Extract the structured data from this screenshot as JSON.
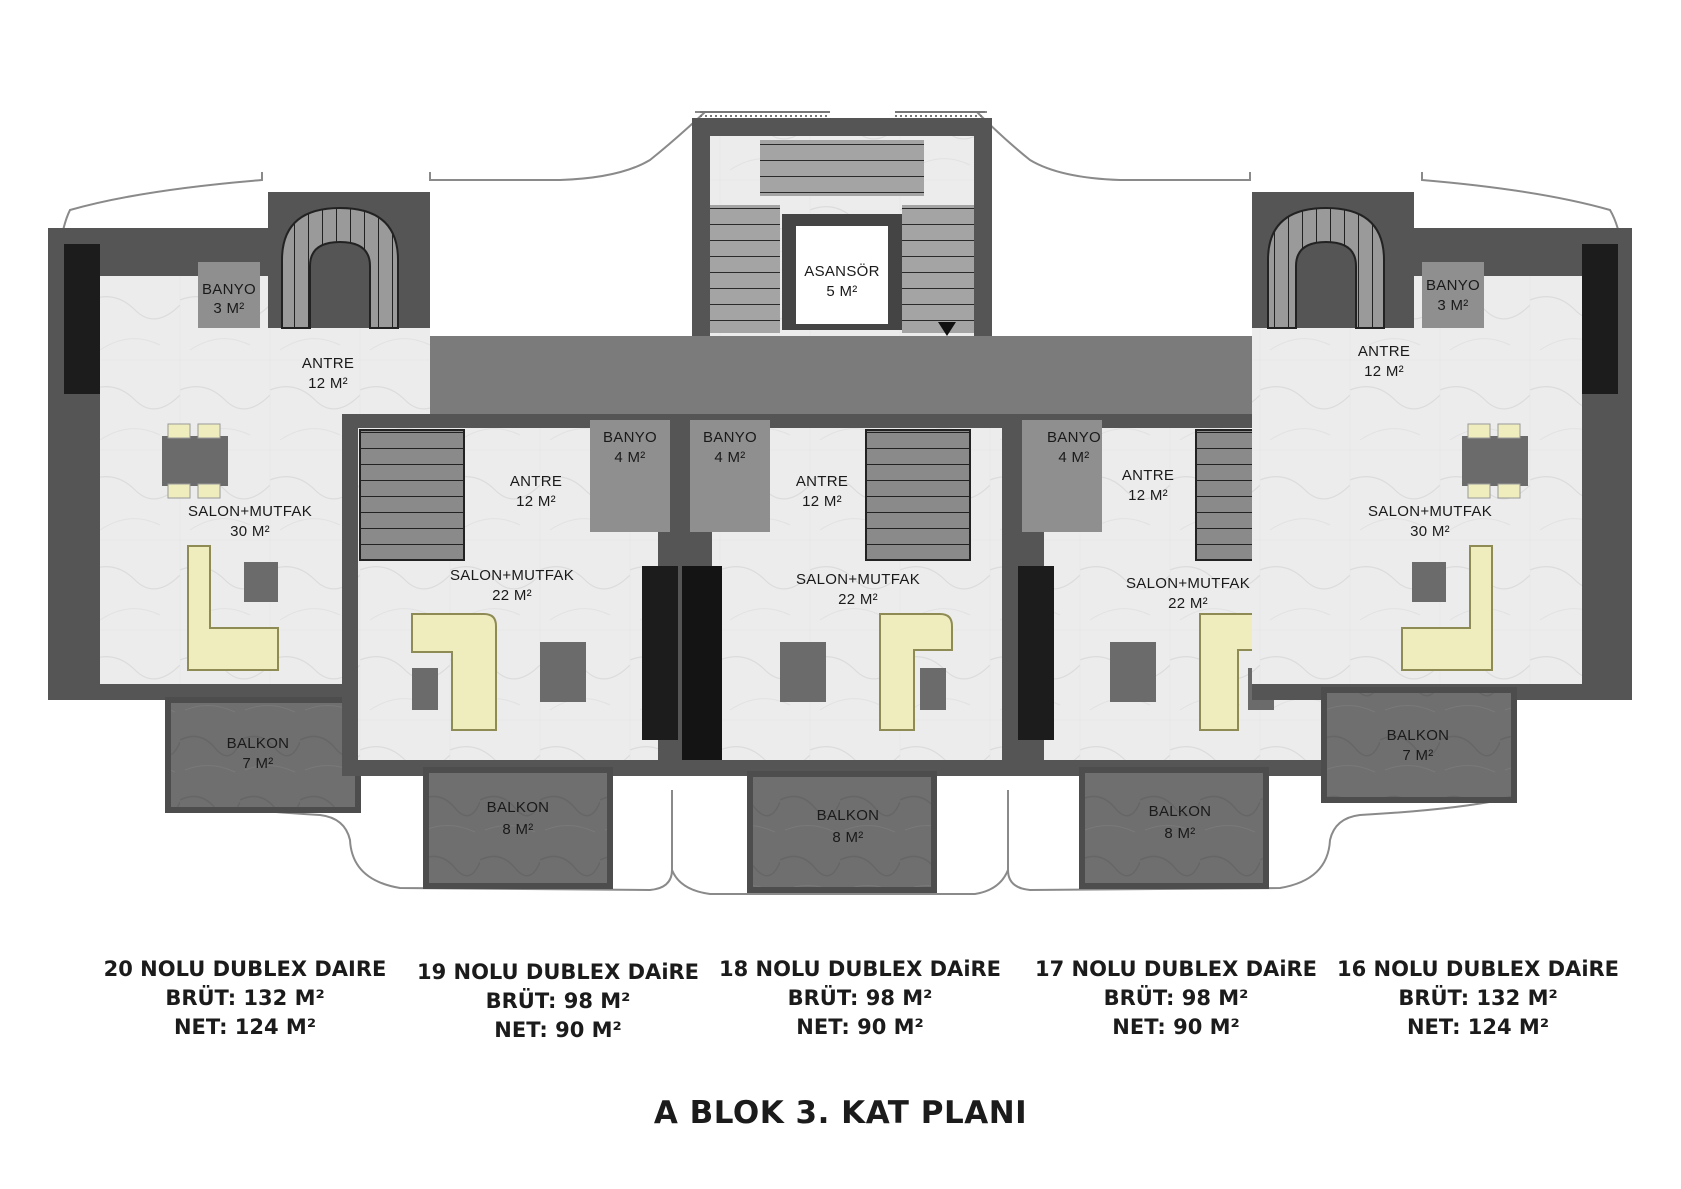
{
  "title": "A BLOK 3. KAT PLANI",
  "colors": {
    "wall": "#555555",
    "wall_dark": "#3f3f3f",
    "corridor": "#7d7d7d",
    "floor": "#ececec",
    "balcony": "#6f6f6f",
    "sofa": "#efedbd",
    "table": "#6b6b6b",
    "outline": "#888888"
  },
  "common": {
    "elevator_name": "ASANSÖR",
    "elevator_area": "5 M²"
  },
  "rooms": {
    "u20_banyo": "BANYO",
    "u20_banyo_area": "3 M²",
    "u20_antre": "ANTRE",
    "u20_antre_area": "12 M²",
    "u20_salon": "SALON+MUTFAK",
    "u20_salon_area": "30 M²",
    "u20_balkon": "BALKON",
    "u20_balkon_area": "7 M²",
    "u19_banyo": "BANYO",
    "u19_banyo_area": "4 M²",
    "u19_antre": "ANTRE",
    "u19_antre_area": "12 M²",
    "u19_salon": "SALON+MUTFAK",
    "u19_salon_area": "22 M²",
    "u19_balkon": "BALKON",
    "u19_balkon_area": "8 M²",
    "u18_banyo": "BANYO",
    "u18_banyo_area": "4 M²",
    "u18_antre": "ANTRE",
    "u18_antre_area": "12 M²",
    "u18_salon": "SALON+MUTFAK",
    "u18_salon_area": "22 M²",
    "u18_balkon": "BALKON",
    "u18_balkon_area": "8 M²",
    "u17_banyo": "BANYO",
    "u17_banyo_area": "4 M²",
    "u17_antre": "ANTRE",
    "u17_antre_area": "12 M²",
    "u17_salon": "SALON+MUTFAK",
    "u17_salon_area": "22 M²",
    "u17_balkon": "BALKON",
    "u17_balkon_area": "8 M²",
    "u16_banyo": "BANYO",
    "u16_banyo_area": "3 M²",
    "u16_antre": "ANTRE",
    "u16_antre_area": "12 M²",
    "u16_salon": "SALON+MUTFAK",
    "u16_salon_area": "30 M²",
    "u16_balkon": "BALKON",
    "u16_balkon_area": "7 M²"
  },
  "units": [
    {
      "name": "20 NOLU DUBLEX DAIRE",
      "gross": "BRÜT: 132 M²",
      "net": "NET: 124 M²"
    },
    {
      "name": "19 NOLU DUBLEX DAiRE",
      "gross": "BRÜT: 98 M²",
      "net": "NET: 90 M²"
    },
    {
      "name": "18 NOLU DUBLEX DAiRE",
      "gross": "BRÜT: 98 M²",
      "net": "NET: 90 M²"
    },
    {
      "name": "17 NOLU DUBLEX DAiRE",
      "gross": "BRÜT: 98 M²",
      "net": "NET: 90 M²"
    },
    {
      "name": "16 NOLU DUBLEX DAiRE",
      "gross": "BRÜT: 132 M²",
      "net": "NET: 124 M²"
    }
  ]
}
